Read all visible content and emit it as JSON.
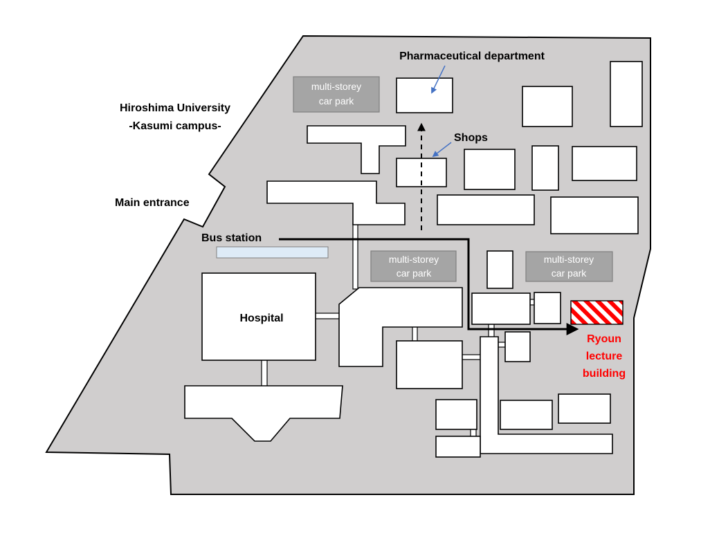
{
  "map": {
    "campus_title_line1": "Hiroshima University",
    "campus_title_line2": "-Kasumi campus-",
    "main_entrance": "Main entrance",
    "bus_station": "Bus station",
    "hospital": "Hospital",
    "pharmaceutical_department": "Pharmaceutical department",
    "shops": "Shops",
    "car_park_line1": "multi-storey",
    "car_park_line2": "car park",
    "ryoun_line1": "Ryoun",
    "ryoun_line2": "lecture",
    "ryoun_line3": "building",
    "colors": {
      "campus_fill": "#d0cece",
      "car_park_fill": "#a5a5a5",
      "bus_station_fill": "#deebf7",
      "highlight": "#ff0000",
      "pointer_arrow": "#4472c4"
    }
  }
}
